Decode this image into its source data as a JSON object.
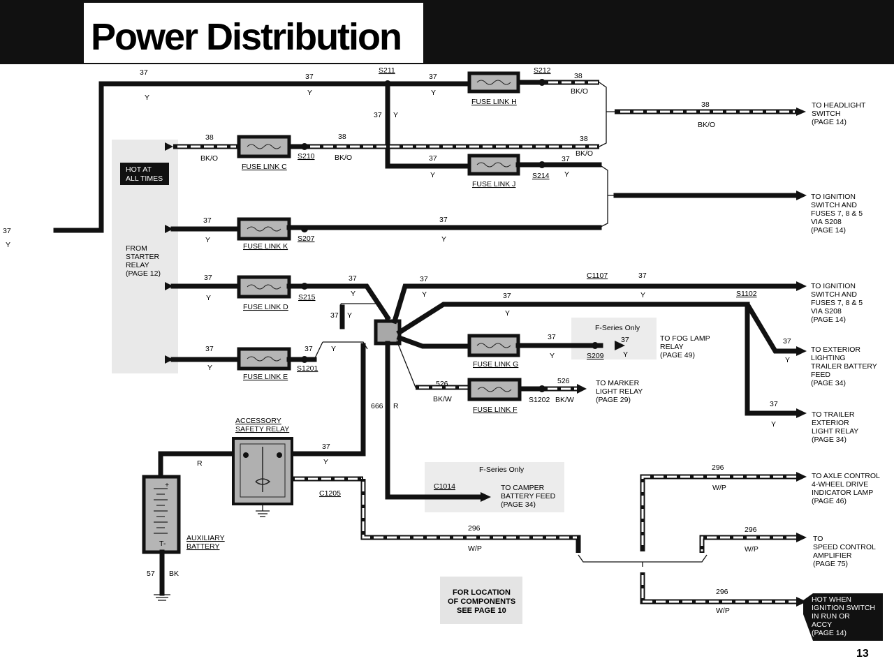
{
  "page": {
    "title": "Power Distribution",
    "page_number": "13"
  },
  "labels": {
    "hot_at_all_times": [
      "HOT AT",
      "ALL TIMES"
    ],
    "from_starter_relay": [
      "FROM",
      "STARTER",
      "RELAY",
      "(PAGE 12)"
    ],
    "for_location": [
      "FOR LOCATION",
      "OF COMPONENTS",
      "SEE PAGE 10"
    ],
    "fseries_only": "F-Series Only",
    "hot_when": [
      "HOT WHEN",
      "IGNITION SWITCH",
      "IN RUN OR",
      "ACCY",
      "(PAGE 14)"
    ],
    "accessory_safety_relay": [
      "ACCESSORY",
      "SAFETY RELAY"
    ],
    "auxiliary_battery": [
      "AUXILIARY",
      "BATTERY"
    ]
  },
  "fuse_links": {
    "h": "FUSE LINK H",
    "c": "FUSE LINK C",
    "j": "FUSE LINK J",
    "k": "FUSE LINK K",
    "d": "FUSE LINK D",
    "e": "FUSE LINK E",
    "g": "FUSE LINK G",
    "f": "FUSE LINK F"
  },
  "splices": {
    "s211": "S211",
    "s212": "S212",
    "s210": "S210",
    "s214": "S214",
    "s207": "S207",
    "s215": "S215",
    "s1201": "S1201",
    "s209": "S209",
    "s1202": "S1202",
    "s1102": "S1102"
  },
  "connectors": {
    "c1107": "C1107",
    "c1014": "C1014",
    "c1205": "C1205"
  },
  "circuits": {
    "c37": "37",
    "c38": "38",
    "c526": "526",
    "c666": "666",
    "c296": "296",
    "c57": "57"
  },
  "colors": {
    "y": "Y",
    "bko": "BK/O",
    "bkw": "BK/W",
    "r": "R",
    "wp": "W/P",
    "bk": "BK"
  },
  "destinations": {
    "headlight_switch": [
      "TO HEADLIGHT",
      "SWITCH",
      "(PAGE 14)"
    ],
    "ignition_switch_1": [
      "TO IGNITION",
      "SWITCH AND",
      "FUSES 7, 8 & 5",
      "VIA S208",
      "(PAGE 14)"
    ],
    "ignition_switch_2": [
      "TO IGNITION",
      "SWITCH AND",
      "FUSES 7, 8 & 5",
      "VIA S208",
      "(PAGE 14)"
    ],
    "fog_lamp_relay": [
      "TO FOG LAMP",
      "RELAY",
      "(PAGE 49)"
    ],
    "exterior_lighting": [
      "TO EXTERIOR",
      "LIGHTING",
      "TRAILER BATTERY",
      "FEED",
      "(PAGE 34)"
    ],
    "marker_light_relay": [
      "TO MARKER",
      "LIGHT RELAY",
      "(PAGE 29)"
    ],
    "trailer_exterior": [
      "TO TRAILER",
      "EXTERIOR",
      "LIGHT RELAY",
      "(PAGE 34)"
    ],
    "camper_battery": [
      "TO CAMPER",
      "BATTERY FEED",
      "(PAGE 34)"
    ],
    "axle_control": [
      "TO AXLE CONTROL",
      "4-WHEEL DRIVE",
      "INDICATOR LAMP",
      "(PAGE 46)"
    ],
    "speed_control": [
      "TO",
      "SPEED CONTROL",
      "AMPLIFIER",
      "(PAGE 75)"
    ]
  },
  "battery_symbols": {
    "plus": "+",
    "minus": "T-"
  }
}
